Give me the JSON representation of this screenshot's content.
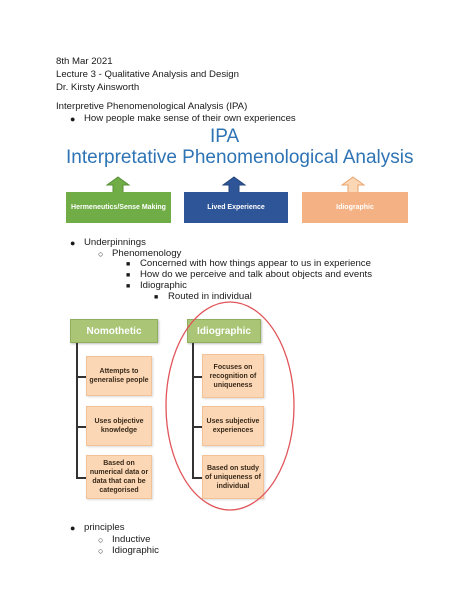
{
  "header": {
    "date": "8th Mar 2021",
    "lecture": "Lecture 3 - Qualitative Analysis and Design",
    "author": "Dr. Kirsty Ainsworth"
  },
  "section": {
    "title": "Interpretive Phenomenological Analysis (IPA)",
    "bullet1": "How people make sense of their own experiences"
  },
  "ipa_banner": {
    "acronym": "IPA",
    "full_name": "Interpretative Phenomenological Analysis",
    "boxes": [
      {
        "label": "Hermeneutics/Sense Making",
        "color": "#70ad47"
      },
      {
        "label": "Lived Experience",
        "color": "#2e5597"
      },
      {
        "label": "Idiographic",
        "color": "#f4b183"
      }
    ]
  },
  "underpinnings": {
    "label": "Underpinnings",
    "sub": "Phenomenology",
    "items": [
      "Concerned with how things appear to us in experience",
      "How do we perceive and talk about objects and events",
      "Idiographic"
    ],
    "subsub": "Routed in individual"
  },
  "comparison": {
    "nomothetic": {
      "header": "Nomothetic",
      "cards": [
        "Attempts to generalise people",
        "Uses objective knowledge",
        "Based on numerical data or data that can be categorised"
      ]
    },
    "idiographic": {
      "header": "Idiographic",
      "cards": [
        "Focuses on recognition of uniqueness",
        "Uses subjective experiences",
        "Based on study of uniqueness of individual"
      ]
    }
  },
  "principles": {
    "label": "principles",
    "items": [
      "Inductive",
      "Idiographic"
    ]
  }
}
